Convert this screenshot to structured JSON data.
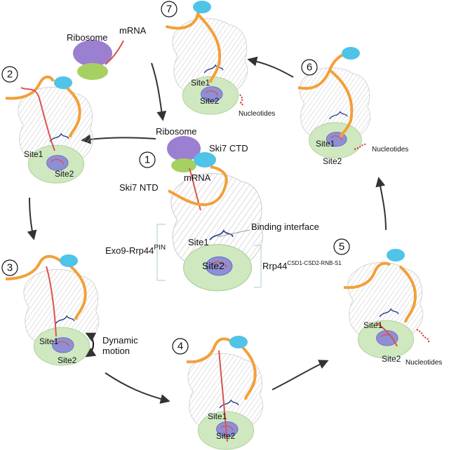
{
  "steps": [
    "7",
    "6",
    "2",
    "1",
    "3",
    "4",
    "5"
  ],
  "labels": {
    "ribosome": "Ribosome",
    "mrna": "mRNA",
    "ski7_ctd": "Ski7 CTD",
    "ski7_ntd": "Ski7 NTD",
    "binding_interface": "Binding interface",
    "exo9_base": "Exo9-Rrp44",
    "exo9_sup": "PIN",
    "rrp44_base": "Rrp44",
    "rrp44_sup": "CSD1-CSD2-RNB-S1",
    "site1": "Site1",
    "site2": "Site2",
    "nucleotides": "Nucleotides",
    "dynamic_motion_1": "Dynamic",
    "dynamic_motion_2": "motion"
  },
  "colors": {
    "ski7": "#f2a03a",
    "cap": "#4fc3e8",
    "mrna": "#d9534f",
    "site2_domain": "#cfe8c0",
    "site2_core": "#8f8fd6",
    "scaffold": "#c9c9c9",
    "ribosome_large": "#9b7fd1",
    "ribosome_small": "#a6d162",
    "nucleotide": "#d62a2a"
  }
}
